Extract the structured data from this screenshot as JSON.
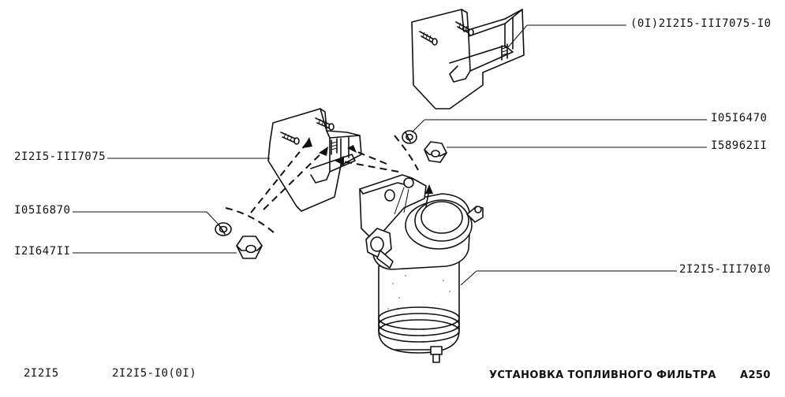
{
  "part_labels": {
    "bracket_upper": "(0I)2I2I5-III7075-I0",
    "spring_washer_right": "I05I6470",
    "nut_right": "I58962II",
    "bracket_lower": "2I2I5-III7075",
    "spring_washer_left": "I05I6870",
    "nut_left": "I2I647II",
    "fuel_filter": "2I2I5-III70I0"
  },
  "footer": {
    "model": "2I2I5",
    "variant": "2I2I5-I0(0I)",
    "title": "УСТАНОВКА ТОПЛИВНОГО ФИЛЬТРА",
    "sheet": "A250"
  },
  "colors": {
    "ink": "#111111",
    "paper": "#ffffff"
  }
}
